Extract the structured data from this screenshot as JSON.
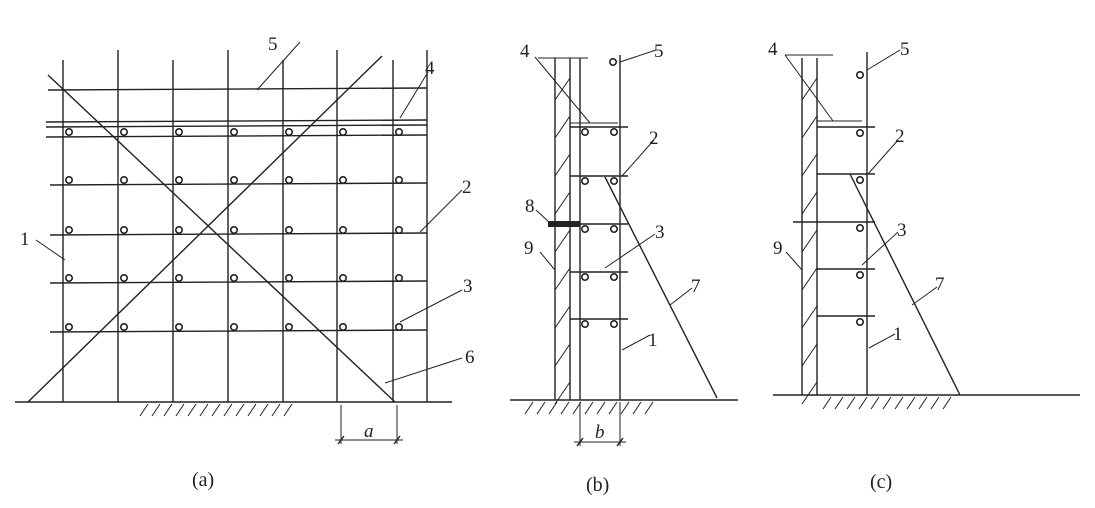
{
  "panel_a": {
    "caption": "(a)",
    "labels": {
      "n1": "1",
      "n2": "2",
      "n3": "3",
      "n4": "4",
      "n5": "5",
      "n6": "6"
    },
    "dimension": "a"
  },
  "panel_b": {
    "caption": "(b)",
    "labels": {
      "n1": "1",
      "n2": "2",
      "n3": "3",
      "n4": "4",
      "n5": "5",
      "n7": "7",
      "n8": "8",
      "n9": "9"
    },
    "dimension": "b"
  },
  "panel_c": {
    "caption": "(c)",
    "labels": {
      "n1": "1",
      "n2": "2",
      "n3": "3",
      "n4": "4",
      "n5": "5",
      "n7": "7",
      "n9": "9"
    }
  }
}
